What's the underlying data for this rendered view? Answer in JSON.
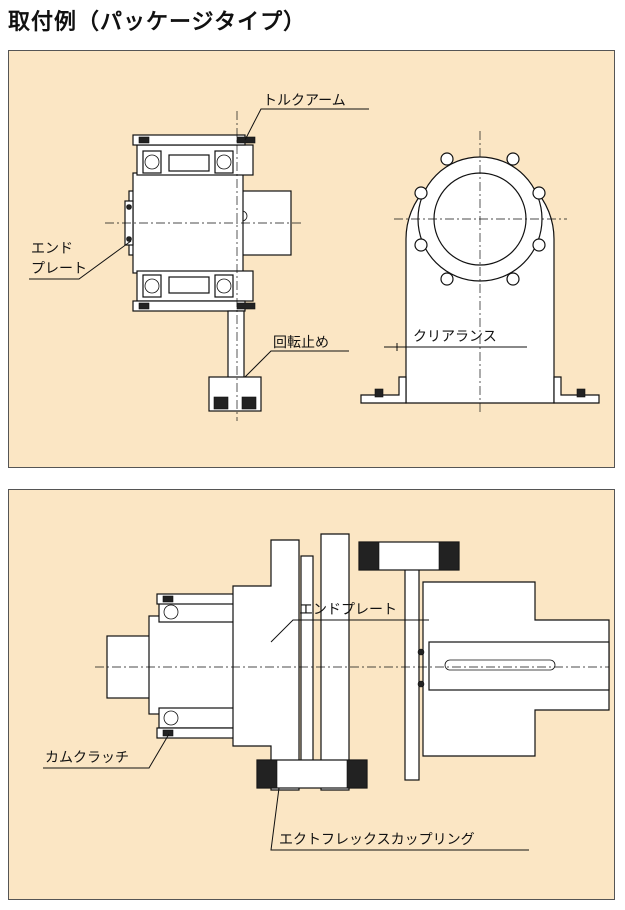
{
  "title": "取付例（パッケージタイプ）",
  "panel1": {
    "labels": {
      "torque_arm": "トルクアーム",
      "end_plate": "エンドプレート",
      "rotation_stop": "回転止め",
      "clearance": "クリアランス"
    },
    "end_plate_lines": [
      "エンド",
      "プレート"
    ]
  },
  "panel2": {
    "labels": {
      "end_plate": "エンドプレート",
      "cam_clutch": "カムクラッチ",
      "coupling": "エクトフレックスカップリング"
    }
  }
}
